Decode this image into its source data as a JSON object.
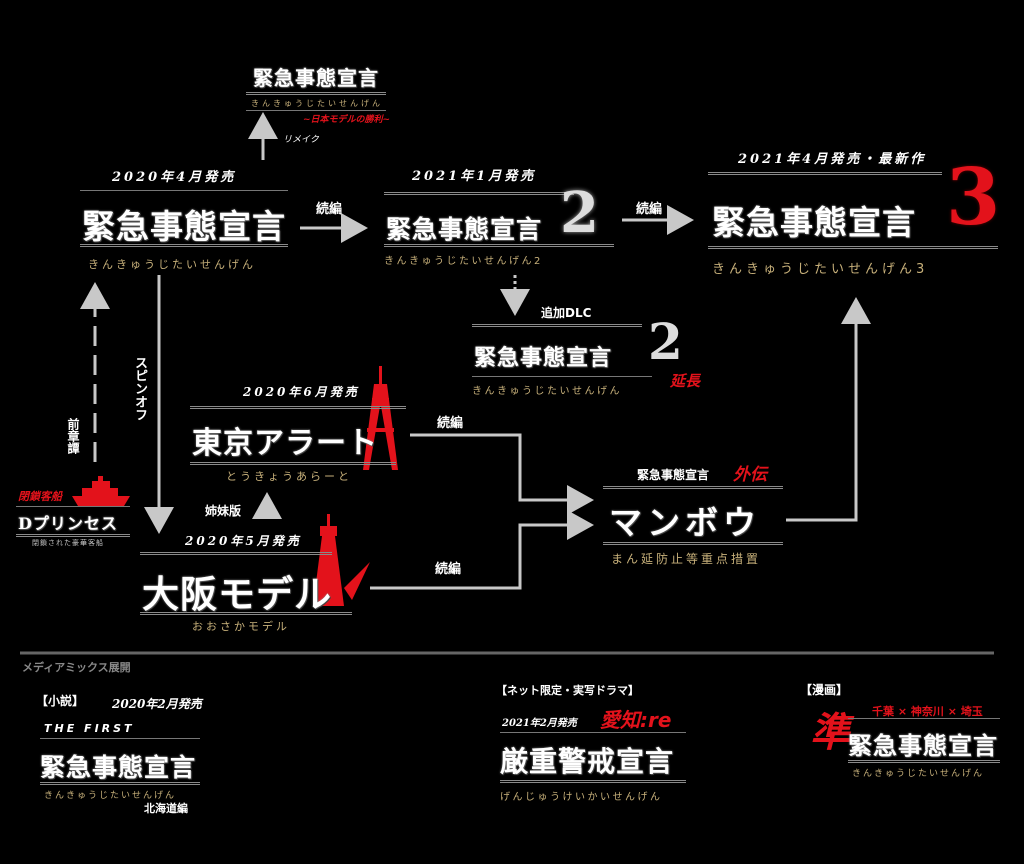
{
  "remake": {
    "logo": "緊急事態宣言",
    "sub": "きんきゅうじたいせんげん",
    "tagline": "~日本モデルの勝利~",
    "link": "リメイク"
  },
  "first": {
    "date": "2020年4月発売",
    "logo": "緊急事態宣言",
    "sub": "きんきゅうじたいせんげん"
  },
  "second": {
    "date": "2021年1月発売",
    "logo": "緊急事態宣言",
    "num": "2",
    "sub": "きんきゅうじたいせんげん2"
  },
  "third": {
    "date": "2021年4月発売・最新作",
    "logo": "緊急事態宣言",
    "num": "3",
    "sub": "きんきゅうじたいせんげん3"
  },
  "dlc": {
    "label": "追加DLC",
    "logo": "緊急事態宣言",
    "num": "2",
    "extend": "延長",
    "sub": "きんきゅうじたいせんげん"
  },
  "tokyo": {
    "date": "2020年6月発売",
    "logo": "東京アラート",
    "sub": "とうきょうあらーと"
  },
  "osaka": {
    "date": "2020年5月発売",
    "logo": "大阪モデル",
    "sub": "おおさかモデル"
  },
  "manbou": {
    "top": "緊急事態宣言",
    "gaiden": "外伝",
    "logo": "マンボウ",
    "sub": "まん延防止等重点措置"
  },
  "dprincess": {
    "tag": "閉鎖客船",
    "logo": "Dプリンセス",
    "sub": "閉鎖された豪華客船"
  },
  "links": {
    "sequel1": "続編",
    "sequel2": "続編",
    "sequel3": "続編",
    "sequel4": "続編",
    "spinoff": "スピンオフ",
    "prequel": "前章譚",
    "sister": "姉妹版"
  },
  "media": {
    "heading": "メディアミックス展開",
    "novel": {
      "tag": "【小説】",
      "date": "2020年2月発売",
      "pre": "THE FIRST",
      "logo": "緊急事態宣言",
      "sub": "きんきゅうじたいせんげん",
      "edition": "北海道編"
    },
    "drama": {
      "tag": "【ネット限定・実写ドラマ】",
      "date": "2021年2月発売",
      "brand": "愛知:re",
      "logo": "厳重警戒宣言",
      "sub": "げんじゅうけいかいせんげん"
    },
    "manga": {
      "tag": "【漫画】",
      "jun": "準",
      "prefs": "千葉 × 神奈川 × 埼玉",
      "logo": "緊急事態宣言",
      "sub": "きんきゅうじたいせんげん"
    }
  }
}
